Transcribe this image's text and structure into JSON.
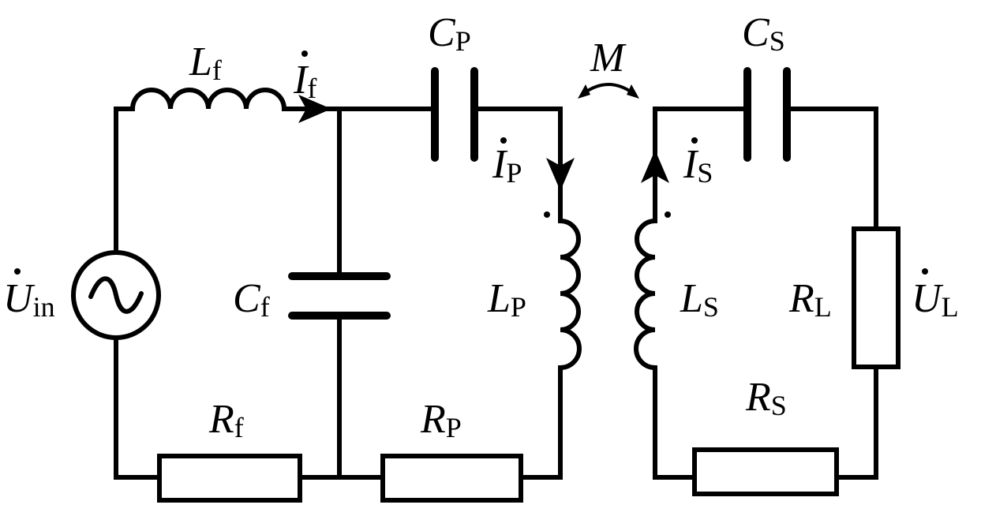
{
  "diagram": {
    "components": {
      "Lf": {
        "symbol": "L",
        "sub": "f"
      },
      "If": {
        "symbol": "I",
        "sub": "f"
      },
      "Cp": {
        "symbol": "C",
        "sub": "P"
      },
      "M": {
        "symbol": "M"
      },
      "Cs": {
        "symbol": "C",
        "sub": "S"
      },
      "Ip": {
        "symbol": "I",
        "sub": "P"
      },
      "Is": {
        "symbol": "I",
        "sub": "S"
      },
      "Uin": {
        "symbol": "U",
        "sub": "in"
      },
      "Cf": {
        "symbol": "C",
        "sub": "f"
      },
      "Lp": {
        "symbol": "L",
        "sub": "P"
      },
      "Ls": {
        "symbol": "L",
        "sub": "S"
      },
      "Rl": {
        "symbol": "R",
        "sub": "L"
      },
      "Ul": {
        "symbol": "U",
        "sub": "L"
      },
      "Rf": {
        "symbol": "R",
        "sub": "f"
      },
      "Rp": {
        "symbol": "R",
        "sub": "P"
      },
      "Rs": {
        "symbol": "R",
        "sub": "S"
      }
    }
  }
}
